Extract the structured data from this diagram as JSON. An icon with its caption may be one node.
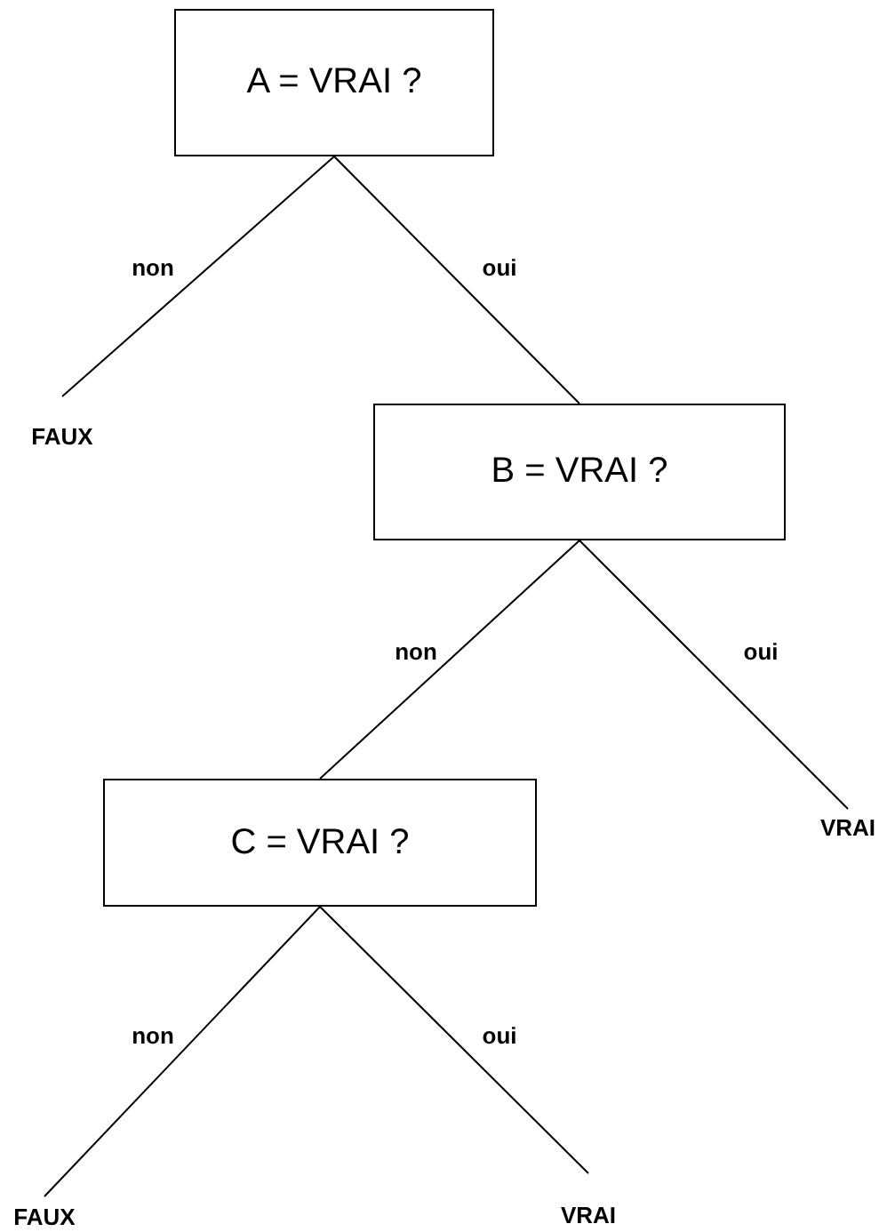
{
  "diagram": {
    "nodes": [
      {
        "text": [
          "A = VRAI ?"
        ]
      },
      {
        "text": [
          "FAUX"
        ]
      },
      {
        "text": [
          "B = VRAI ?"
        ]
      },
      {
        "text": [
          "VRAI"
        ]
      },
      {
        "text": [
          "C = VRAI ?"
        ]
      },
      {
        "text": [
          "FAUX"
        ]
      },
      {
        "text": [
          "VRAI"
        ]
      }
    ],
    "edges": [
      {
        "from": 0,
        "to": 1,
        "arrow": "none",
        "label": "non"
      },
      {
        "from": 0,
        "to": 2,
        "arrow": "none",
        "label": "oui"
      },
      {
        "from": 2,
        "to": 4,
        "arrow": "none",
        "label": "non"
      },
      {
        "from": 2,
        "to": 3,
        "arrow": "none",
        "label": "oui"
      },
      {
        "from": 4,
        "to": 5,
        "arrow": "none",
        "label": "non"
      },
      {
        "from": 4,
        "to": 6,
        "arrow": "none",
        "label": "oui"
      }
    ]
  }
}
